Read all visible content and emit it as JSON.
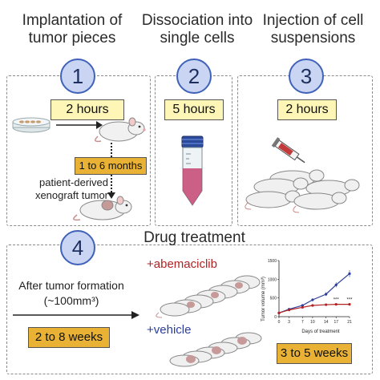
{
  "steps": [
    {
      "number": "1",
      "title": "Implantation of tumor pieces",
      "duration": "2 hours"
    },
    {
      "number": "2",
      "title": "Dissociation into single cells",
      "duration": "5 hours"
    },
    {
      "number": "3",
      "title": "Injection of cell suspensions",
      "duration": "2 hours"
    },
    {
      "number": "4",
      "title": "Drug treatment",
      "duration": "3 to 5 weeks"
    }
  ],
  "step1": {
    "interval": "1 to 6 months",
    "label_line1": "patient-derived",
    "label_line2": "xenograft tumor"
  },
  "step4": {
    "formation_line1": "After tumor formation",
    "formation_line2": "(~100mm³)",
    "wait": "2 to 8 weeks",
    "arm_treatment": "+abemaciclib",
    "arm_control": "+vehicle"
  },
  "colors": {
    "circle_fill": "#c9d5f2",
    "circle_border": "#3f62b8",
    "hours_fill": "#fdf6b7",
    "gold_fill": "#e9b234",
    "abemaciclib": "#b22222",
    "vehicle": "#2d3e9a"
  },
  "chart_data": {
    "type": "line",
    "xlabel": "Days of treatment",
    "ylabel": "Tumor volume (mm³)",
    "x": [
      0,
      3,
      7,
      10,
      14,
      17,
      21
    ],
    "xlim": [
      0,
      21
    ],
    "ylim": [
      0,
      1500
    ],
    "yticks": [
      0,
      500,
      1000,
      1500
    ],
    "series": [
      {
        "color": "#2d3e9a",
        "values": [
          100,
          200,
          300,
          450,
          600,
          850,
          1150
        ]
      },
      {
        "color": "#b22222",
        "values": [
          100,
          180,
          250,
          300,
          320,
          330,
          330
        ]
      }
    ],
    "annotations": [
      {
        "x": 17,
        "text": "***"
      },
      {
        "x": 21,
        "text": "***"
      }
    ]
  }
}
